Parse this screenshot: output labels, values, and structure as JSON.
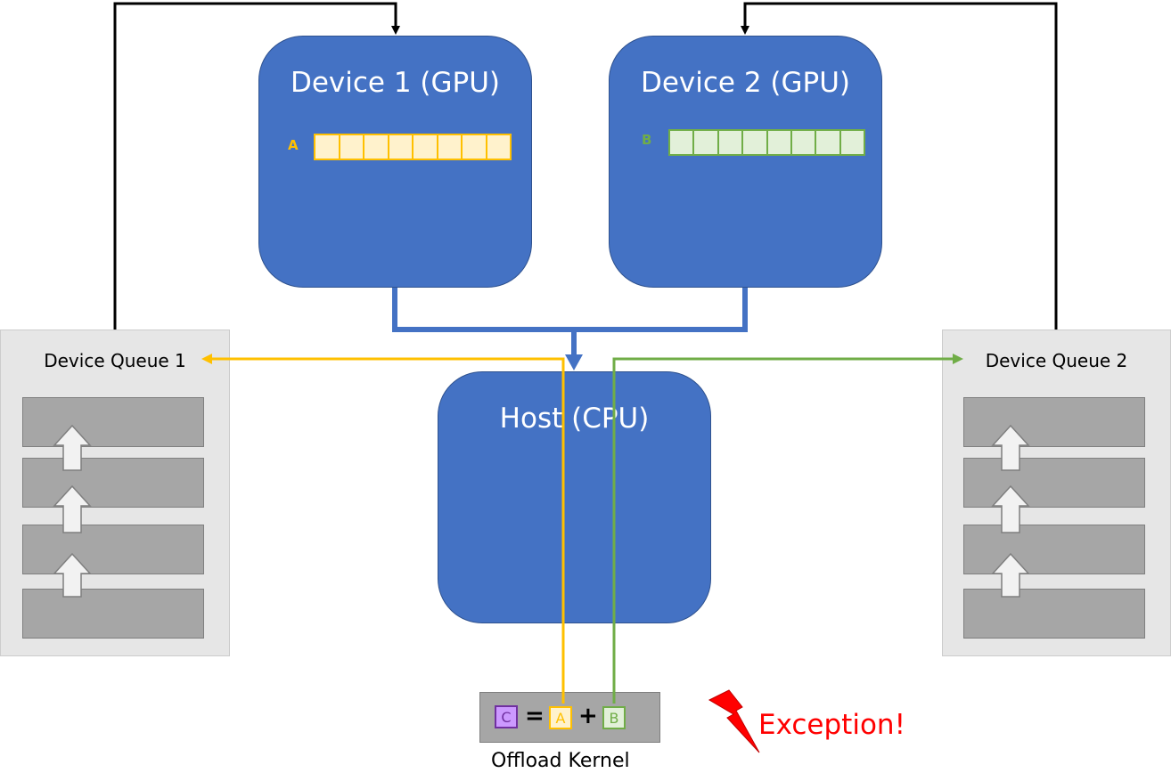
{
  "colors": {
    "device_fill": "#4472c4",
    "queue_fill": "#e6e6e6",
    "array_a": "#ffc000",
    "array_b": "#70ad47",
    "array_c": "#7030a0",
    "exception": "#ff0000"
  },
  "devices": {
    "device1": {
      "title": "Device 1 (GPU)",
      "array_label": "A",
      "cells": 8
    },
    "device2": {
      "title": "Device 2 (GPU)",
      "array_label": "B",
      "cells": 8
    },
    "host": {
      "title": "Host (CPU)"
    }
  },
  "queues": {
    "queue1": {
      "title": "Device Queue 1",
      "slots": 4
    },
    "queue2": {
      "title": "Device Queue 2",
      "slots": 4
    }
  },
  "kernel": {
    "result": "C",
    "equals": "=",
    "operand_a": "A",
    "plus": "+",
    "operand_b": "B",
    "label": "Offload Kernel"
  },
  "exception": {
    "text": "Exception!",
    "icon": "lightning-bolt-icon"
  }
}
